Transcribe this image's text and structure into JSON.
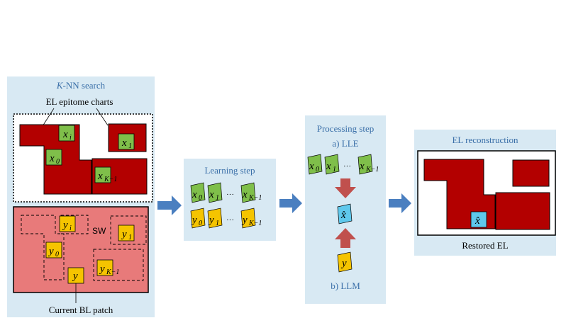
{
  "panels": {
    "knn": {
      "title_var": "K",
      "title_rest": "-NN search",
      "charts_label": "EL epitome charts",
      "patch_label": "Current BL patch",
      "sw_label": "SW"
    },
    "learning": {
      "title": "Learning step"
    },
    "processing": {
      "title": "Processing step",
      "lle": "a) LLE",
      "llm": "b) LLM"
    },
    "reconstruction": {
      "title": "EL reconstruction",
      "label": "Restored EL"
    }
  },
  "symbols": {
    "x": "x",
    "y": "y",
    "xhat": "x̂",
    "sub_i": "i",
    "sub_0": "0",
    "sub_1": "1",
    "sub_K": "K",
    "sub_km1": "−1",
    "ellipsis": "···"
  },
  "colors": {
    "panel_bg": "#d8e9f3",
    "chart_red": "#b30000",
    "patch_pink": "#e87a7a",
    "patch_green": "#7fbf4a",
    "patch_yellow": "#f5c400",
    "patch_cyan": "#5fc8ec",
    "arrow_blue": "#4a7fc0",
    "arrow_red": "#c0504d"
  }
}
